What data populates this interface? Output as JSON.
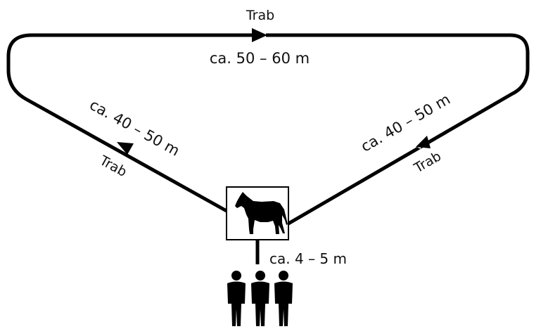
{
  "top_segment": {
    "gait": "Trab",
    "distance": "ca. 50 – 60 m"
  },
  "left_segment": {
    "gait": "Trab",
    "distance": "ca. 40 – 50 m"
  },
  "right_segment": {
    "gait": "Trab",
    "distance": "ca. 40 – 50 m"
  },
  "observer_segment": {
    "distance": "ca. 4 – 5 m"
  },
  "icons": {
    "horse": "horse-icon",
    "observers": "person-icon"
  }
}
